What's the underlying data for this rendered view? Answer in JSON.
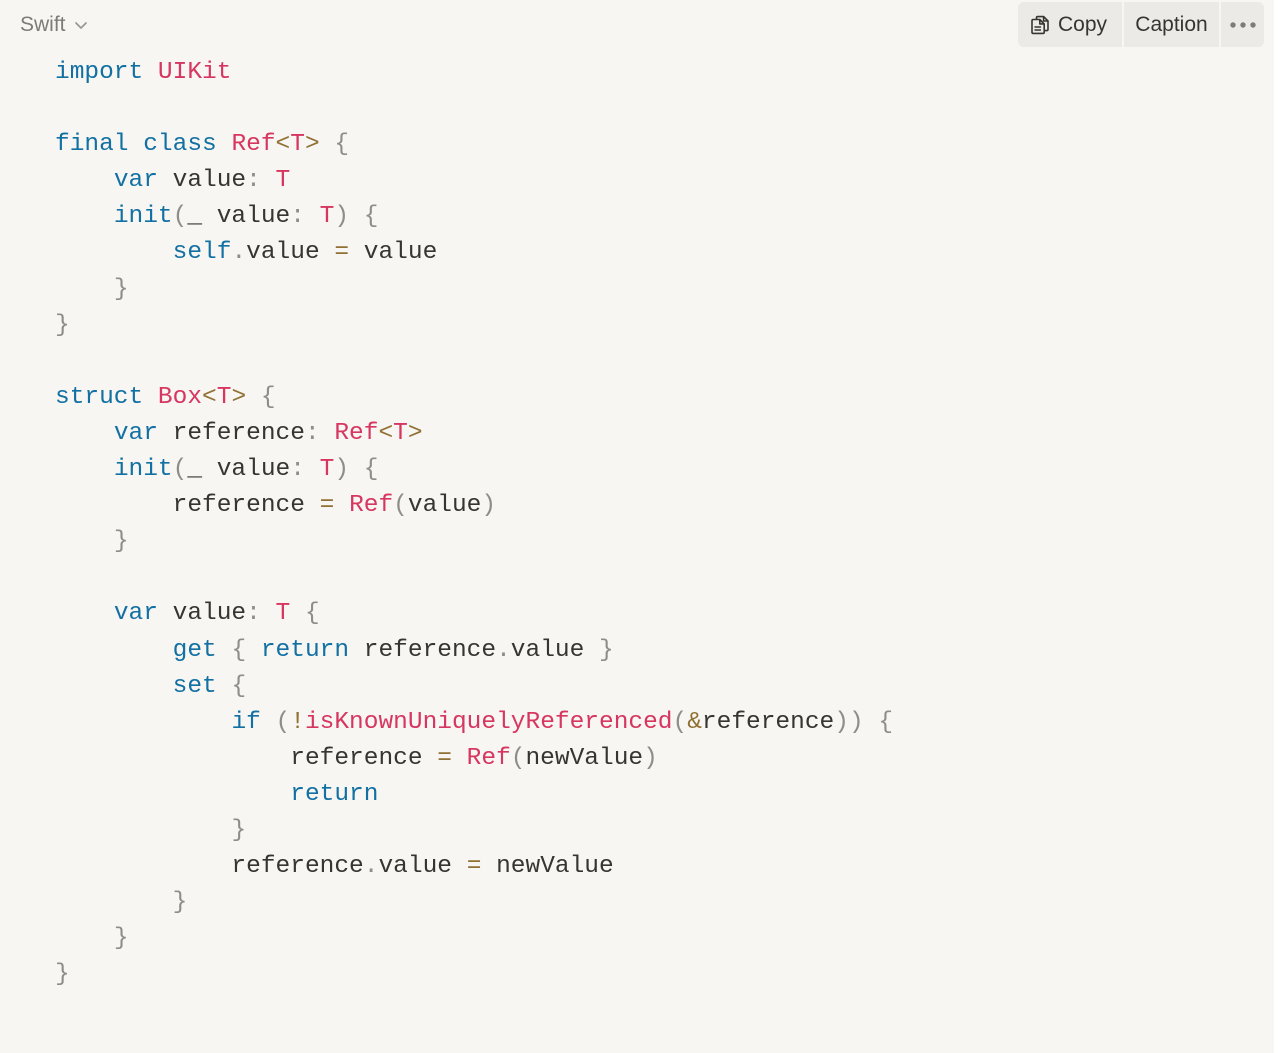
{
  "header": {
    "language": "Swift",
    "copy_label": "Copy",
    "caption_label": "Caption"
  },
  "icons": {
    "language_dropdown": "chevron-down-icon",
    "copy": "copy-icon",
    "more": "more-horizontal-icon"
  },
  "colors": {
    "background": "#f7f6f3",
    "keyword": "#1270a3",
    "type": "#d6365f",
    "operator": "#917033",
    "punctuation": "#8e8d89",
    "text": "#37352f"
  },
  "code": {
    "lines": [
      [
        {
          "t": "import",
          "c": "kw"
        },
        {
          "t": " ",
          "c": "plain"
        },
        {
          "t": "UIKit",
          "c": "type"
        }
      ],
      [],
      [
        {
          "t": "final",
          "c": "kw"
        },
        {
          "t": " ",
          "c": "plain"
        },
        {
          "t": "class",
          "c": "kw"
        },
        {
          "t": " ",
          "c": "plain"
        },
        {
          "t": "Ref",
          "c": "type"
        },
        {
          "t": "<",
          "c": "op"
        },
        {
          "t": "T",
          "c": "type"
        },
        {
          "t": ">",
          "c": "op"
        },
        {
          "t": " ",
          "c": "plain"
        },
        {
          "t": "{",
          "c": "punc"
        }
      ],
      [
        {
          "t": "    ",
          "c": "plain"
        },
        {
          "t": "var",
          "c": "kw"
        },
        {
          "t": " value",
          "c": "plain"
        },
        {
          "t": ":",
          "c": "punc"
        },
        {
          "t": " ",
          "c": "plain"
        },
        {
          "t": "T",
          "c": "type"
        }
      ],
      [
        {
          "t": "    ",
          "c": "plain"
        },
        {
          "t": "init",
          "c": "kw"
        },
        {
          "t": "(",
          "c": "punc"
        },
        {
          "t": "_ value",
          "c": "plain"
        },
        {
          "t": ":",
          "c": "punc"
        },
        {
          "t": " ",
          "c": "plain"
        },
        {
          "t": "T",
          "c": "type"
        },
        {
          "t": ")",
          "c": "punc"
        },
        {
          "t": " ",
          "c": "plain"
        },
        {
          "t": "{",
          "c": "punc"
        }
      ],
      [
        {
          "t": "        ",
          "c": "plain"
        },
        {
          "t": "self",
          "c": "kw"
        },
        {
          "t": ".",
          "c": "punc"
        },
        {
          "t": "value ",
          "c": "plain"
        },
        {
          "t": "=",
          "c": "op"
        },
        {
          "t": " value",
          "c": "plain"
        }
      ],
      [
        {
          "t": "    ",
          "c": "plain"
        },
        {
          "t": "}",
          "c": "punc"
        }
      ],
      [
        {
          "t": "}",
          "c": "punc"
        }
      ],
      [],
      [
        {
          "t": "struct",
          "c": "kw"
        },
        {
          "t": " ",
          "c": "plain"
        },
        {
          "t": "Box",
          "c": "type"
        },
        {
          "t": "<",
          "c": "op"
        },
        {
          "t": "T",
          "c": "type"
        },
        {
          "t": ">",
          "c": "op"
        },
        {
          "t": " ",
          "c": "plain"
        },
        {
          "t": "{",
          "c": "punc"
        }
      ],
      [
        {
          "t": "    ",
          "c": "plain"
        },
        {
          "t": "var",
          "c": "kw"
        },
        {
          "t": " reference",
          "c": "plain"
        },
        {
          "t": ":",
          "c": "punc"
        },
        {
          "t": " ",
          "c": "plain"
        },
        {
          "t": "Ref",
          "c": "type"
        },
        {
          "t": "<",
          "c": "op"
        },
        {
          "t": "T",
          "c": "type"
        },
        {
          "t": ">",
          "c": "op"
        }
      ],
      [
        {
          "t": "    ",
          "c": "plain"
        },
        {
          "t": "init",
          "c": "kw"
        },
        {
          "t": "(",
          "c": "punc"
        },
        {
          "t": "_ value",
          "c": "plain"
        },
        {
          "t": ":",
          "c": "punc"
        },
        {
          "t": " ",
          "c": "plain"
        },
        {
          "t": "T",
          "c": "type"
        },
        {
          "t": ")",
          "c": "punc"
        },
        {
          "t": " ",
          "c": "plain"
        },
        {
          "t": "{",
          "c": "punc"
        }
      ],
      [
        {
          "t": "        reference ",
          "c": "plain"
        },
        {
          "t": "=",
          "c": "op"
        },
        {
          "t": " ",
          "c": "plain"
        },
        {
          "t": "Ref",
          "c": "type"
        },
        {
          "t": "(",
          "c": "punc"
        },
        {
          "t": "value",
          "c": "plain"
        },
        {
          "t": ")",
          "c": "punc"
        }
      ],
      [
        {
          "t": "    ",
          "c": "plain"
        },
        {
          "t": "}",
          "c": "punc"
        }
      ],
      [],
      [
        {
          "t": "    ",
          "c": "plain"
        },
        {
          "t": "var",
          "c": "kw"
        },
        {
          "t": " value",
          "c": "plain"
        },
        {
          "t": ":",
          "c": "punc"
        },
        {
          "t": " ",
          "c": "plain"
        },
        {
          "t": "T",
          "c": "type"
        },
        {
          "t": " ",
          "c": "plain"
        },
        {
          "t": "{",
          "c": "punc"
        }
      ],
      [
        {
          "t": "        ",
          "c": "plain"
        },
        {
          "t": "get",
          "c": "kw"
        },
        {
          "t": " ",
          "c": "plain"
        },
        {
          "t": "{",
          "c": "punc"
        },
        {
          "t": " ",
          "c": "plain"
        },
        {
          "t": "return",
          "c": "kw"
        },
        {
          "t": " reference",
          "c": "plain"
        },
        {
          "t": ".",
          "c": "punc"
        },
        {
          "t": "value ",
          "c": "plain"
        },
        {
          "t": "}",
          "c": "punc"
        }
      ],
      [
        {
          "t": "        ",
          "c": "plain"
        },
        {
          "t": "set",
          "c": "kw"
        },
        {
          "t": " ",
          "c": "plain"
        },
        {
          "t": "{",
          "c": "punc"
        }
      ],
      [
        {
          "t": "            ",
          "c": "plain"
        },
        {
          "t": "if",
          "c": "kw"
        },
        {
          "t": " ",
          "c": "plain"
        },
        {
          "t": "(",
          "c": "punc"
        },
        {
          "t": "!",
          "c": "op"
        },
        {
          "t": "isKnownUniquelyReferenced",
          "c": "type"
        },
        {
          "t": "(",
          "c": "punc"
        },
        {
          "t": "&",
          "c": "op"
        },
        {
          "t": "reference",
          "c": "plain"
        },
        {
          "t": "))",
          "c": "punc"
        },
        {
          "t": " ",
          "c": "plain"
        },
        {
          "t": "{",
          "c": "punc"
        }
      ],
      [
        {
          "t": "                reference ",
          "c": "plain"
        },
        {
          "t": "=",
          "c": "op"
        },
        {
          "t": " ",
          "c": "plain"
        },
        {
          "t": "Ref",
          "c": "type"
        },
        {
          "t": "(",
          "c": "punc"
        },
        {
          "t": "newValue",
          "c": "plain"
        },
        {
          "t": ")",
          "c": "punc"
        }
      ],
      [
        {
          "t": "                ",
          "c": "plain"
        },
        {
          "t": "return",
          "c": "kw"
        }
      ],
      [
        {
          "t": "            ",
          "c": "plain"
        },
        {
          "t": "}",
          "c": "punc"
        }
      ],
      [
        {
          "t": "            reference",
          "c": "plain"
        },
        {
          "t": ".",
          "c": "punc"
        },
        {
          "t": "value ",
          "c": "plain"
        },
        {
          "t": "=",
          "c": "op"
        },
        {
          "t": " newValue",
          "c": "plain"
        }
      ],
      [
        {
          "t": "        ",
          "c": "plain"
        },
        {
          "t": "}",
          "c": "punc"
        }
      ],
      [
        {
          "t": "    ",
          "c": "plain"
        },
        {
          "t": "}",
          "c": "punc"
        }
      ],
      [
        {
          "t": "}",
          "c": "punc"
        }
      ]
    ]
  }
}
